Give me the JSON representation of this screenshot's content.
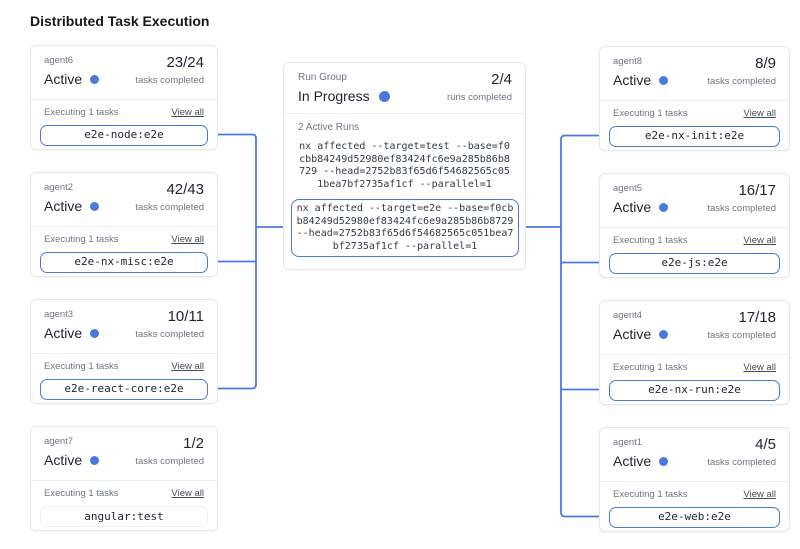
{
  "title": "Distributed Task Execution",
  "accent_color": "#4a79dc",
  "left_agents": [
    {
      "name": "agent6",
      "status": "Active",
      "count": "23/24",
      "count_label": "tasks completed",
      "executing_label": "Executing 1 tasks",
      "view_all": "View all",
      "task": "e2e-node:e2e"
    },
    {
      "name": "agent2",
      "status": "Active",
      "count": "42/43",
      "count_label": "tasks completed",
      "executing_label": "Executing 1 tasks",
      "view_all": "View all",
      "task": "e2e-nx-misc:e2e"
    },
    {
      "name": "agent3",
      "status": "Active",
      "count": "10/11",
      "count_label": "tasks completed",
      "executing_label": "Executing 1 tasks",
      "view_all": "View all",
      "task": "e2e-react-core:e2e"
    },
    {
      "name": "agent7",
      "status": "Active",
      "count": "1/2",
      "count_label": "tasks completed",
      "executing_label": "Executing 1 tasks",
      "view_all": "View all",
      "task": "angular:test"
    }
  ],
  "right_agents": [
    {
      "name": "agent8",
      "status": "Active",
      "count": "8/9",
      "count_label": "tasks completed",
      "executing_label": "Executing 1 tasks",
      "view_all": "View all",
      "task": "e2e-nx-init:e2e"
    },
    {
      "name": "agent5",
      "status": "Active",
      "count": "16/17",
      "count_label": "tasks completed",
      "executing_label": "Executing 1 tasks",
      "view_all": "View all",
      "task": "e2e-js:e2e"
    },
    {
      "name": "agent4",
      "status": "Active",
      "count": "17/18",
      "count_label": "tasks completed",
      "executing_label": "Executing 1 tasks",
      "view_all": "View all",
      "task": "e2e-nx-run:e2e"
    },
    {
      "name": "agent1",
      "status": "Active",
      "count": "4/5",
      "count_label": "tasks completed",
      "executing_label": "Executing 1 tasks",
      "view_all": "View all",
      "task": "e2e-web:e2e"
    }
  ],
  "run_group": {
    "label": "Run Group",
    "status": "In Progress",
    "count": "2/4",
    "count_label": "runs completed",
    "active_runs_label": "2 Active Runs",
    "commands": [
      {
        "text": "nx affected --target=test --base=f0cbb84249d52980ef83424fc6e9a285b86b8729 --head=2752b83f65d6f54682565c051bea7bf2735af1cf --parallel=1"
      },
      {
        "text": "nx affected --target=e2e --base=f0cbb84249d52980ef83424fc6e9a285b86b8729 --head=2752b83f65d6f54682565c051bea7bf2735af1cf --parallel=1"
      }
    ]
  }
}
